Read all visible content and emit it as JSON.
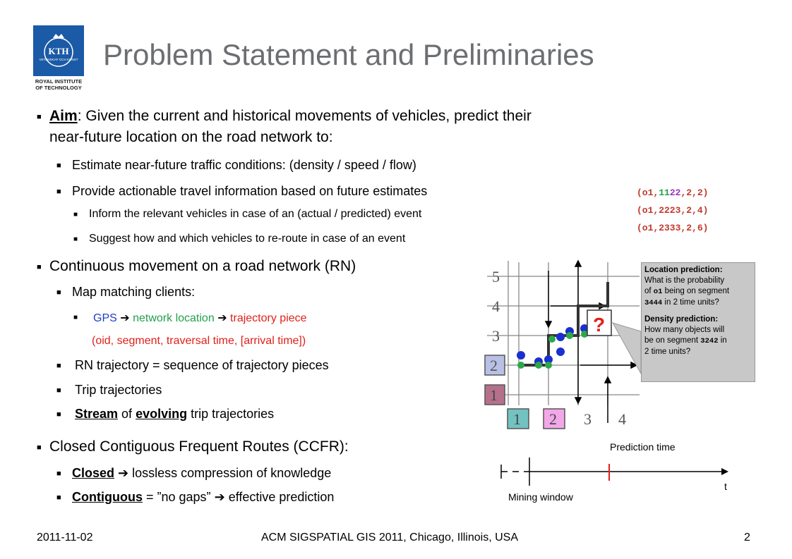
{
  "logo": {
    "label": "ROYAL INSTITUTE OF TECHNOLOGY",
    "text": "KTH VETENSKAP OCH KONST"
  },
  "title": "Problem Statement and Preliminaries",
  "aim": {
    "label": "Aim",
    "text1": ": Given the current and historical movements of vehicles, predict their",
    "text2": "near-future location on the road network to:"
  },
  "estimate": "Estimate near-future traffic conditions: (density / speed / flow)",
  "provide": "Provide actionable travel information based on future estimates",
  "inform": "Inform the relevant vehicles in case of an (actual / predicted) event",
  "suggest": "Suggest how and which vehicles to re-route in case of an event",
  "continuous": "Continuous movement on a road network (RN)",
  "map_matching": "Map matching clients:",
  "gps": {
    "gps": "GPS",
    "network": "network location",
    "piece": "trajectory piece",
    "tuple": "(oid, segment, traversal time, [arrival time])"
  },
  "rn_traj": "RN trajectory = sequence of trajectory pieces",
  "trip": "Trip trajectories",
  "stream": {
    "stream": "Stream",
    "of": "of",
    "evolving": "evolving",
    "rest": "trip trajectories"
  },
  "ccfr": "Closed Contiguous Frequent Routes (CCFR):",
  "closed": {
    "label": "Closed",
    "text": "lossless compression of knowledge"
  },
  "contiguous": {
    "label": "Contiguous",
    "text": "= ”no gaps”",
    "text2": "effective prediction"
  },
  "tuples": [
    {
      "a": "(o1,",
      "b": "11",
      "c": "22",
      "d": ",2,2)"
    },
    {
      "a": "(o1,2223,2,4)"
    },
    {
      "a": "(o1,2333,2,6)"
    }
  ],
  "callout": {
    "loc_title": "Location prediction:",
    "loc_text1": "What is the probability",
    "loc_text2a": "of",
    "loc_obj": "o1",
    "loc_text2b": "being on segment",
    "loc_seg": "3444",
    "loc_text3": "in 2 time units?",
    "den_title": "Density prediction:",
    "den_text1": "How many objects will",
    "den_text2a": "be on segment",
    "den_seg": "3242",
    "den_text2b": "in",
    "den_text3": "2 time units?"
  },
  "grid": {
    "question": "?",
    "x_labels": [
      "1",
      "2",
      "3",
      "4"
    ],
    "y_labels": [
      "5",
      "4",
      "3",
      "2",
      "1"
    ]
  },
  "timeline": {
    "prediction_time": "Prediction time",
    "mining_window": "Mining window",
    "t": "t"
  },
  "footer": {
    "date": "2011-11-02",
    "venue": "ACM SIGSPATIAL GIS 2011, Chicago, Illinois, USA",
    "page": "2"
  }
}
